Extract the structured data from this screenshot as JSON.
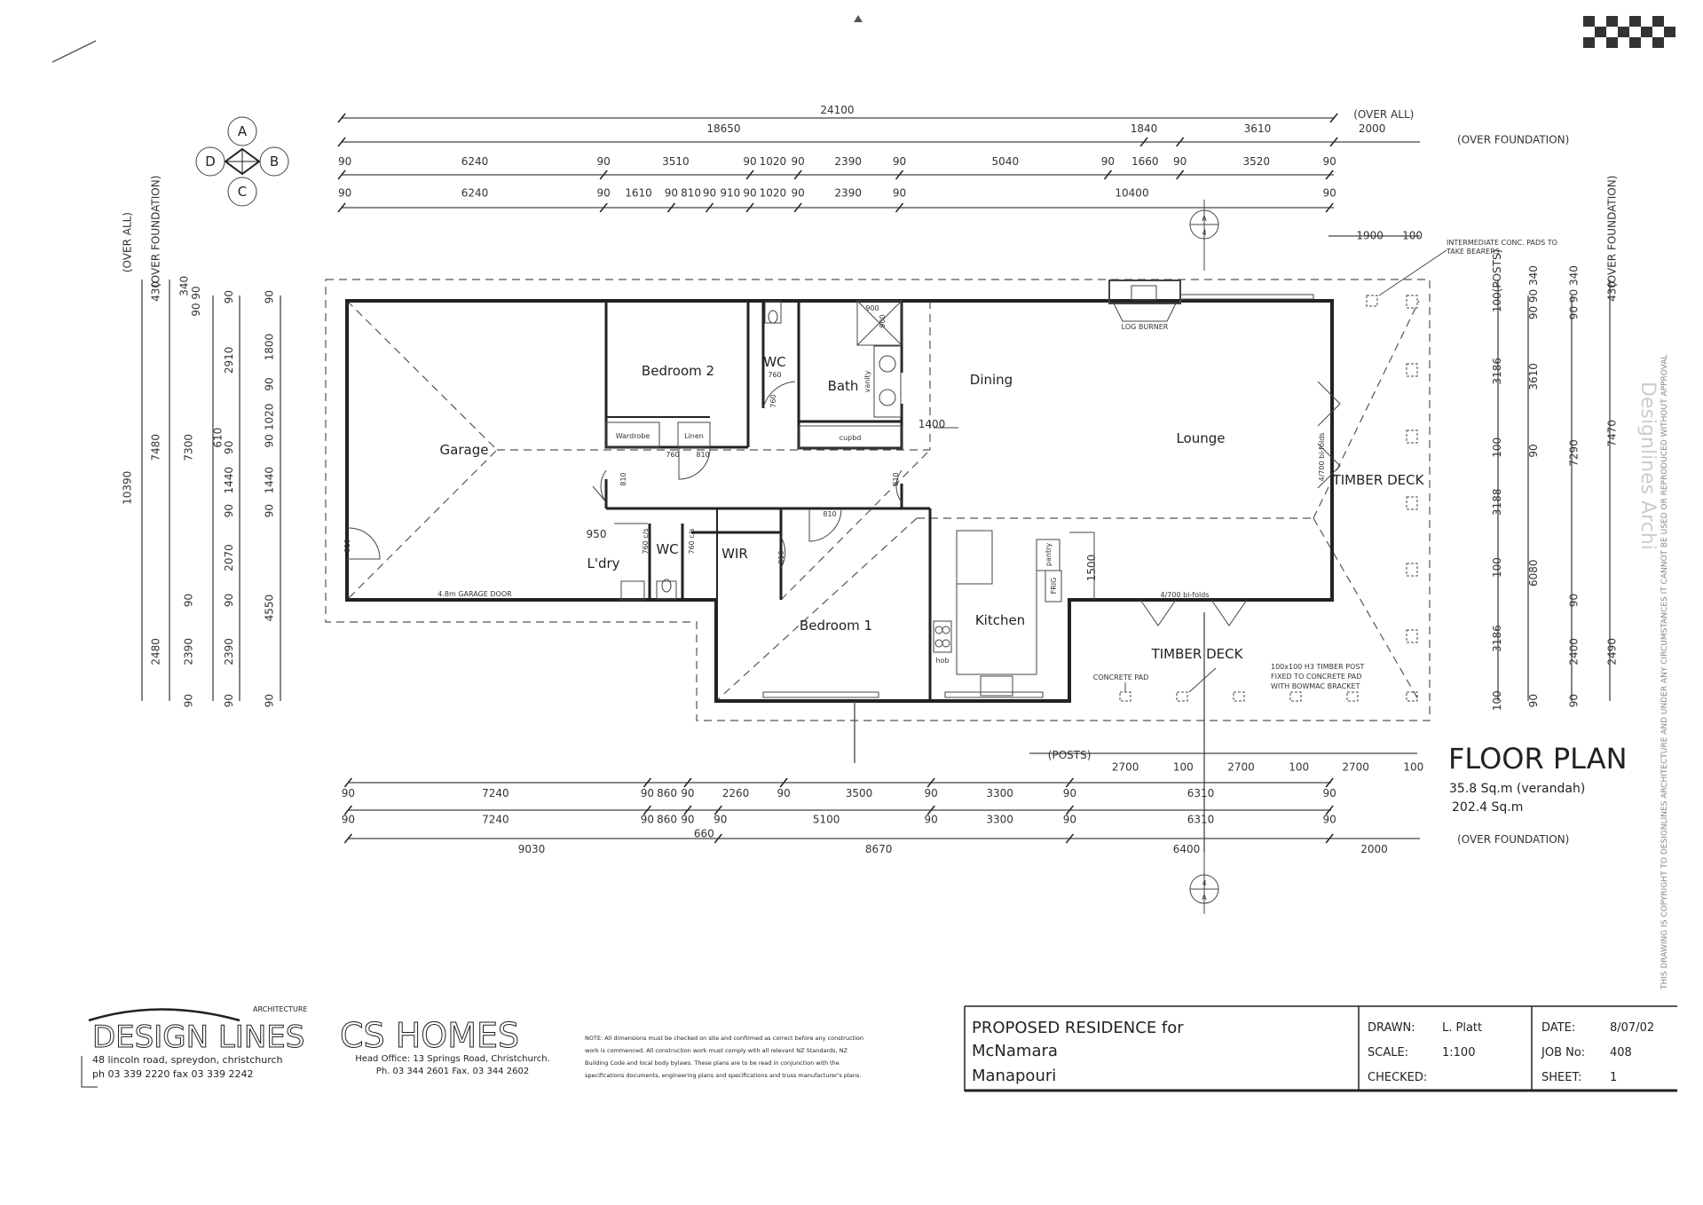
{
  "drawing": {
    "title": "FLOOR PLAN",
    "area_verandah": "35.8 Sq.m (verandah)",
    "area_total": "202.4 Sq.m",
    "compass": [
      "A",
      "B",
      "C",
      "D"
    ],
    "section_top": [
      "A",
      "4"
    ],
    "section_bottom": [
      "4",
      "A"
    ],
    "copyright": "THIS DRAWING IS COPYRIGHT TO DESIGNLINES ARCHITECTURE AND UNDER ANY CIRCUMSTANCES IT CANNOT BE USED OR REPRODUCED WITHOUT APPROVAL",
    "watermark": "Designlines Archi"
  },
  "rooms": {
    "garage": "Garage",
    "bedroom2": "Bedroom 2",
    "wc_upper": "WC",
    "bath": "Bath",
    "dining": "Dining",
    "lounge": "Lounge",
    "timber_deck_side": "TIMBER DECK",
    "laundry": "L'dry",
    "wc_lower": "WC",
    "wir": "WIR",
    "bedroom1": "Bedroom 1",
    "kitchen": "Kitchen",
    "timber_deck_front": "TIMBER DECK"
  },
  "labels": {
    "log_burner": "LOG BURNER",
    "wardrobe": "Wardrobe",
    "linen": "Linen",
    "cupbd": "cupbd",
    "vanity": "vanity",
    "pantry": "pantry",
    "fridge": "FRIG",
    "hob": "hob",
    "garage_door": "4.8m GARAGE DOOR",
    "bifold_side": "4/700 bi-folds",
    "bifold_front": "4/700 bi-folds",
    "concrete_pad": "CONCRETE PAD",
    "post_note": [
      "100x100 H3 TIMBER POST",
      "FIXED TO CONCRETE PAD",
      "WITH BOWMAC BRACKET"
    ],
    "pads_note": [
      "INTERMEDIATE CONC. PADS TO",
      "TAKE BEARERS"
    ],
    "door_sizes": [
      "760",
      "760",
      "760",
      "810",
      "810",
      "810",
      "810",
      "810",
      "810",
      "760 c/s",
      "760 c/s",
      "900",
      "900"
    ],
    "inner_dims": [
      "1400",
      "950",
      "1500"
    ]
  },
  "dimensions": {
    "top": {
      "row1": [
        "24100",
        "(OVER ALL)",
        "2000"
      ],
      "row2": [
        "18650",
        "1840",
        "3610",
        "(OVER FOUNDATION)"
      ],
      "row3": [
        "90",
        "6240",
        "90",
        "3510",
        "90",
        "1020",
        "90",
        "2390",
        "90",
        "5040",
        "90",
        "1660",
        "90",
        "3520",
        "90"
      ],
      "row4": [
        "90",
        "6240",
        "90",
        "1610",
        "90",
        "810",
        "90",
        "910",
        "90",
        "1020",
        "90",
        "2390",
        "90",
        "10400",
        "90"
      ],
      "extra": [
        "1900",
        "100"
      ]
    },
    "bottom": {
      "posts": [
        "(POSTS)",
        "2700",
        "100",
        "2700",
        "100",
        "2700",
        "100"
      ],
      "row1": [
        "90",
        "7240",
        "90",
        "860",
        "90",
        "2260",
        "90",
        "3500",
        "90",
        "3300",
        "90",
        "6310",
        "90"
      ],
      "row2": [
        "90",
        "7240",
        "90",
        "860",
        "90",
        "660",
        "90",
        "5100",
        "90",
        "3300",
        "90",
        "6310",
        "90"
      ],
      "row3": [
        "9030",
        "8670",
        "6400",
        "2000",
        "(OVER FOUNDATION)"
      ]
    },
    "left": {
      "colA": [
        "10390",
        "(OVER ALL)"
      ],
      "colB": [
        "430",
        "7480",
        "2480",
        "(OVER FOUNDATION)"
      ],
      "colC": [
        "340",
        "90 90",
        "7300",
        "90",
        "2390",
        "90"
      ],
      "colD": [
        "90",
        "2910",
        "610",
        "90",
        "1440",
        "90",
        "2070",
        "90",
        "2390",
        "90"
      ],
      "colE": [
        "90",
        "1800",
        "90",
        "1020",
        "90",
        "1440",
        "90",
        "4550",
        "90"
      ]
    },
    "right": {
      "posts": [
        "(POSTS)",
        "100",
        "3186",
        "100",
        "3188",
        "100",
        "3186",
        "100"
      ],
      "col2": [
        "90 90 340",
        "3610",
        "90",
        "6080",
        "90"
      ],
      "col3": [
        "90 90 340",
        "7290",
        "90",
        "2400",
        "90"
      ],
      "col4": [
        "430",
        "7470",
        "2490",
        "(OVER FOUNDATION)"
      ]
    }
  },
  "footer": {
    "designlines": {
      "logo": "DESIGN LINES",
      "sub": "ARCHITECTURE",
      "address": "48 lincoln road, spreydon, christchurch",
      "phone": "ph 03 339 2220 fax 03 339 2242"
    },
    "cshomes": {
      "logo": "CS HOMES",
      "address": "Head Office: 13 Springs Road, Christchurch.",
      "phone": "Ph. 03 344 2601  Fax. 03 344 2602"
    },
    "note": [
      "NOTE: All dimensions must be checked on site and confirmed as correct before any construction",
      "work is commenced. All construction work must comply with all relevant NZ Standards, NZ",
      "Building Code and local body bylaws. These plans are to be read in conjunction with the",
      "specifications documents, engineering plans and specifications and truss manufacturer's plans."
    ]
  },
  "title_block": {
    "project": [
      "PROPOSED RESIDENCE for",
      "McNamara",
      "Manapouri"
    ],
    "drawn_label": "DRAWN:",
    "drawn_value": "L. Platt",
    "scale_label": "SCALE:",
    "scale_value": "1:100",
    "checked_label": "CHECKED:",
    "checked_value": "",
    "date_label": "DATE:",
    "date_value": "8/07/02",
    "job_label": "JOB No:",
    "job_value": "408",
    "sheet_label": "SHEET:",
    "sheet_value": "1"
  }
}
